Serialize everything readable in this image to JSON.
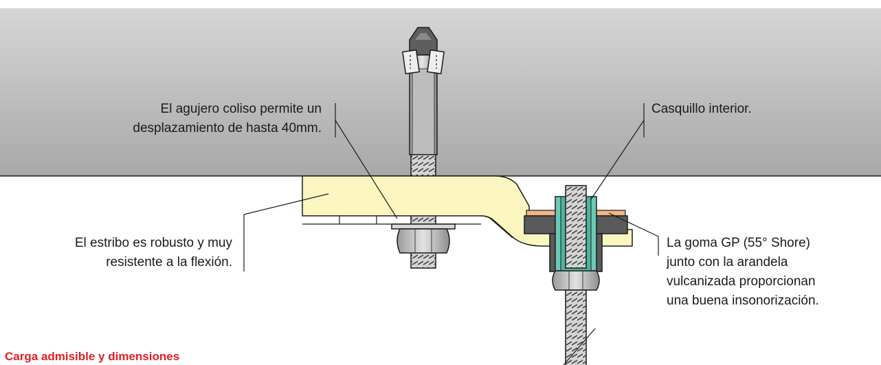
{
  "labels": {
    "slot": {
      "line1": "El agujero coliso permite un",
      "line2": "desplazamiento de hasta 40mm."
    },
    "bushing": {
      "line1": "Casquillo interior."
    },
    "stirrup": {
      "line1": "El estribo es robusto y muy",
      "line2": "resistente a la flexión."
    },
    "rubber": {
      "line1": "La goma GP (55° Shore)",
      "line2": "junto con la arandela",
      "line3": "vulcanizada proporcionan",
      "line4": "una buena insonorización."
    }
  },
  "section_heading": "Carga admisible y dimensiones",
  "colors": {
    "slab_top": "#d2d2d2",
    "slab_bottom": "#a9a9a9",
    "stirrup": "#fbf6c0",
    "bolt": "#c8c8c8",
    "rubber": "#5a5a5a",
    "bushing": "#6cc9b8",
    "washer": "#f1b686",
    "heading": "#e31e24"
  }
}
